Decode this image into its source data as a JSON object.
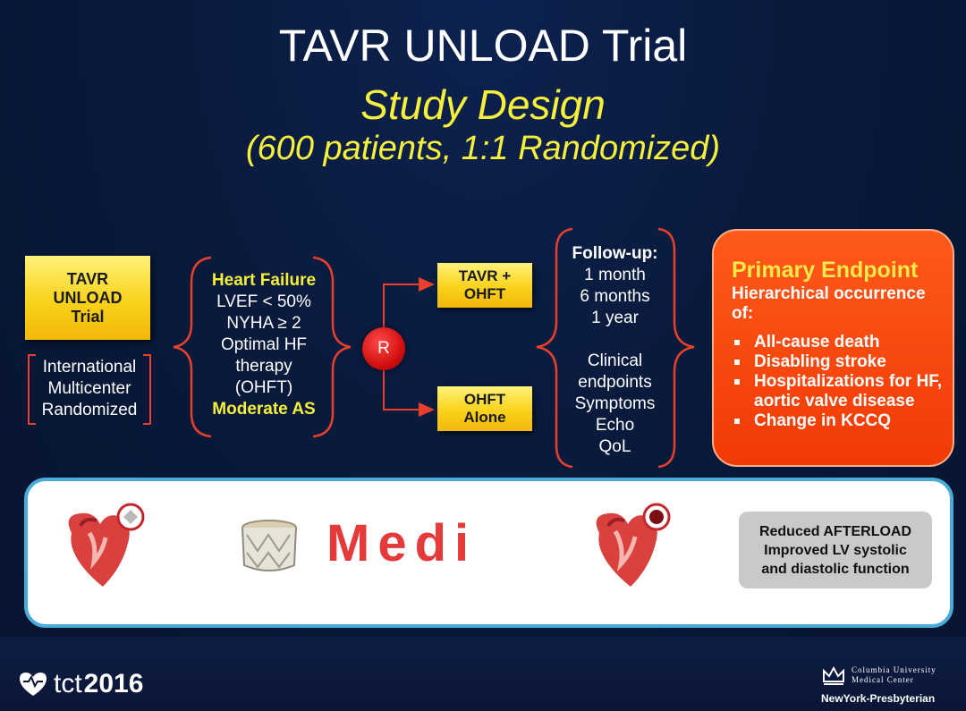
{
  "header": {
    "title": "TAVR UNLOAD Trial",
    "subtitle": "Study Design",
    "subtitle2": "(600 patients, 1:1 Randomized)"
  },
  "trial": {
    "lines": [
      "TAVR",
      "UNLOAD",
      "Trial"
    ],
    "descriptors": [
      "International",
      "Multicenter",
      "Randomized"
    ]
  },
  "population": {
    "heading": "Heart Failure",
    "lines": [
      "LVEF < 50%",
      "NYHA ≥ 2",
      "Optimal HF",
      "therapy",
      "(OHFT)"
    ],
    "footer": "Moderate AS"
  },
  "randomization": {
    "label": "R"
  },
  "arms": {
    "arm1": [
      "TAVR +",
      "OHFT"
    ],
    "arm2": [
      "OHFT",
      "Alone"
    ]
  },
  "followup": {
    "title": "Follow-up:",
    "times": [
      "1 month",
      "6 months",
      "1 year"
    ],
    "measures": [
      "Clinical",
      "endpoints",
      "Symptoms",
      "Echo",
      "QoL"
    ]
  },
  "endpoint": {
    "title": "Primary Endpoint",
    "subtitle_lines": [
      "Hierarchical occurrence",
      "of:"
    ],
    "items": [
      "All-cause death",
      "Disabling stroke",
      "Hospitalizations for HF, aortic valve disease",
      "Change in KCCQ"
    ]
  },
  "bottom": {
    "watermark": "Medi",
    "mechanism": [
      "Reduced AFTERLOAD",
      "Improved LV systolic",
      "and diastolic function"
    ]
  },
  "footer": {
    "conference": "tct",
    "year": "2016",
    "institution_lines": [
      "Columbia University",
      "Medical Center"
    ],
    "partner": "NewYork-Presbyterian"
  },
  "colors": {
    "background": "#091a3c",
    "accent_yellow": "#f6f03c",
    "box_yellow": "#f9d21a",
    "arrow_red": "#e8402a",
    "endpoint_orange": "#f03a05",
    "panel_border": "#4aaad8"
  },
  "icons": [
    "heart-icon",
    "valve-icon",
    "heart-logo-icon",
    "crown-icon"
  ]
}
